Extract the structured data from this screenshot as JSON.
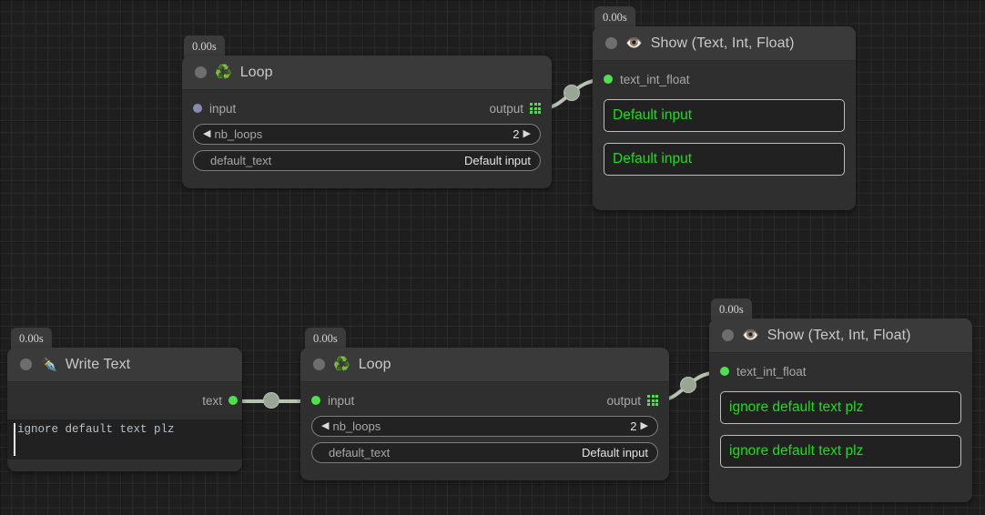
{
  "canvas": {
    "background_color": "#1e1e1e",
    "grid_minor_color": "#2b2b2b",
    "grid_major_color": "#161616",
    "accent_green": "#4ee04e",
    "value_text_green": "#1ae01a",
    "wire_color": "#b8c4b2"
  },
  "nodes": [
    {
      "id": "loop-top",
      "time_badge": "0.00s",
      "icon": "recycle-icon",
      "emoji": "♻️",
      "title": "Loop",
      "input_port": {
        "label": "input",
        "state": "unconnected",
        "color": "#8a8ab0"
      },
      "output_port": {
        "label": "output",
        "icon": "grid-3x3-icon"
      },
      "fields": [
        {
          "key": "nb_loops",
          "value": "2",
          "type": "stepper",
          "left_arrow": "◀",
          "right_arrow": "▶"
        },
        {
          "key": "default_text",
          "value": "Default input",
          "type": "text"
        }
      ]
    },
    {
      "id": "show-top",
      "time_badge": "0.00s",
      "icon": "eye-icon",
      "emoji": "👁️",
      "title": "Show (Text, Int, Float)",
      "input_port": {
        "label": "text_int_float",
        "state": "connected",
        "color": "#4ee04e"
      },
      "values": [
        "Default input",
        "Default input"
      ]
    },
    {
      "id": "write-text",
      "time_badge": "0.00s",
      "icon": "pen-nib-icon",
      "emoji": "✒️",
      "title": "Write Text",
      "output_port": {
        "label": "text",
        "state": "connected",
        "color": "#4ee04e"
      },
      "text_value": "ignore default text plz"
    },
    {
      "id": "loop-bottom",
      "time_badge": "0.00s",
      "icon": "recycle-icon",
      "emoji": "♻️",
      "title": "Loop",
      "input_port": {
        "label": "input",
        "state": "connected",
        "color": "#4ee04e"
      },
      "output_port": {
        "label": "output",
        "icon": "grid-3x3-icon"
      },
      "fields": [
        {
          "key": "nb_loops",
          "value": "2",
          "type": "stepper",
          "left_arrow": "◀",
          "right_arrow": "▶"
        },
        {
          "key": "default_text",
          "value": "Default input",
          "type": "text"
        }
      ]
    },
    {
      "id": "show-bottom",
      "time_badge": "0.00s",
      "icon": "eye-icon",
      "emoji": "👁️",
      "title": "Show (Text, Int, Float)",
      "input_port": {
        "label": "text_int_float",
        "state": "connected",
        "color": "#4ee04e"
      },
      "values": [
        "ignore default text plz",
        "ignore default text plz"
      ]
    }
  ],
  "connections": [
    {
      "from": "loop-top.output",
      "to": "show-top.text_int_float"
    },
    {
      "from": "write-text.text",
      "to": "loop-bottom.input"
    },
    {
      "from": "loop-bottom.output",
      "to": "show-bottom.text_int_float"
    }
  ]
}
